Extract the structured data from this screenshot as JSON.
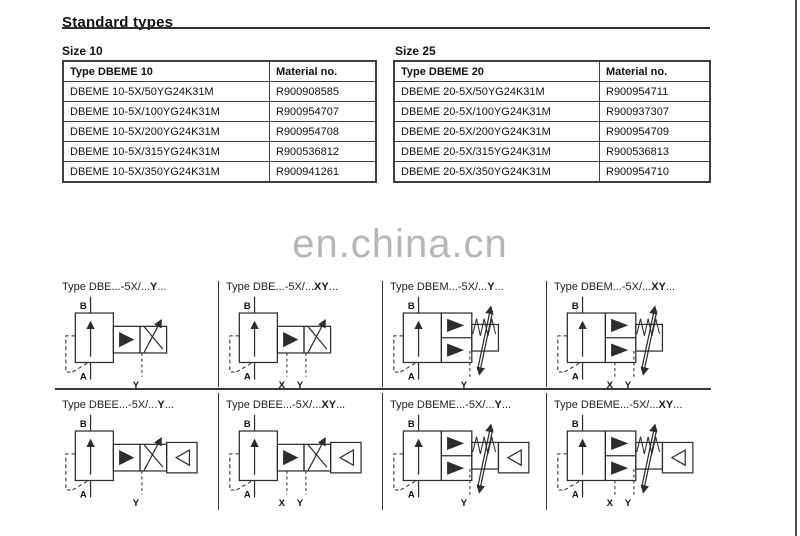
{
  "page": {
    "title": "Standard types"
  },
  "watermark": {
    "text": "en.china.cn"
  },
  "colors": {
    "rule": "#2e2e2e",
    "table_border": "#3f3f3f",
    "schematic_line": "#2d2d2d",
    "watermark": "#b6b6b6",
    "page_edge": "#4e4e4e"
  },
  "tables": [
    {
      "size_label": "Size 10",
      "headers": [
        "Type DBEME 10",
        "Material no."
      ],
      "rows": [
        [
          "DBEME 10-5X/50YG24K31M",
          "R900908585"
        ],
        [
          "DBEME 10-5X/100YG24K31M",
          "R900954707"
        ],
        [
          "DBEME 10-5X/200YG24K31M",
          "R900954708"
        ],
        [
          "DBEME 10-5X/315YG24K31M",
          "R900536812"
        ],
        [
          "DBEME 10-5X/350YG24K31M",
          "R900941261"
        ]
      ]
    },
    {
      "size_label": "Size 25",
      "headers": [
        "Type DBEME 20",
        "Material no."
      ],
      "rows": [
        [
          "DBEME 20-5X/50YG24K31M",
          "R900954711"
        ],
        [
          "DBEME 20-5X/100YG24K31M",
          "R900937307"
        ],
        [
          "DBEME 20-5X/200YG24K31M",
          "R900954709"
        ],
        [
          "DBEME 20-5X/315YG24K31M",
          "R900536813"
        ],
        [
          "DBEME 20-5X/350YG24K31M",
          "R900954710"
        ]
      ]
    }
  ],
  "diagrams": {
    "ports": {
      "b": "B",
      "a": "A",
      "x": "X",
      "y": "Y"
    },
    "cells": [
      {
        "name": "dbe-y",
        "label_pre": "Type DBE...-5X/...",
        "label_bold": "Y",
        "label_post": "...",
        "solenoids": 1,
        "has_x": false,
        "electronics": false
      },
      {
        "name": "dbe-xy",
        "label_pre": "Type DBE...-5X/...",
        "label_bold": "XY",
        "label_post": "...",
        "solenoids": 1,
        "has_x": true,
        "electronics": false
      },
      {
        "name": "dbem-y",
        "label_pre": "Type DBEM...-5X/...",
        "label_bold": "Y",
        "label_post": "...",
        "solenoids": 2,
        "has_x": false,
        "electronics": false
      },
      {
        "name": "dbem-xy",
        "label_pre": "Type DBEM...-5X/...",
        "label_bold": "XY",
        "label_post": "...",
        "solenoids": 2,
        "has_x": true,
        "electronics": false
      },
      {
        "name": "dbee-y",
        "label_pre": "Type DBEE...-5X/...",
        "label_bold": "Y",
        "label_post": "...",
        "solenoids": 1,
        "has_x": false,
        "electronics": true
      },
      {
        "name": "dbee-xy",
        "label_pre": "Type DBEE...-5X/...",
        "label_bold": "XY",
        "label_post": "...",
        "solenoids": 1,
        "has_x": true,
        "electronics": true
      },
      {
        "name": "dbeme-y",
        "label_pre": "Type DBEME...-5X/...",
        "label_bold": "Y",
        "label_post": "...",
        "solenoids": 2,
        "has_x": false,
        "electronics": true
      },
      {
        "name": "dbeme-xy",
        "label_pre": "Type DBEME...-5X/...",
        "label_bold": "XY",
        "label_post": "...",
        "solenoids": 2,
        "has_x": true,
        "electronics": true
      }
    ]
  }
}
